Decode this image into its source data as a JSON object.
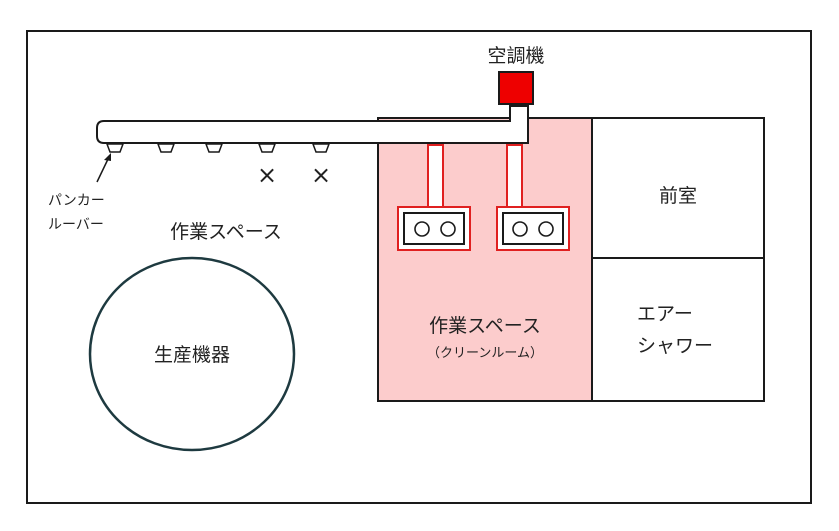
{
  "labels": {
    "ac_unit": "空調機",
    "front_room": "前室",
    "air_shower_line1": "エアー",
    "air_shower_line2": "シャワー",
    "work_space": "作業スペース",
    "clean_work_space": "作業スペース",
    "clean_room_note": "（クリーンルーム）",
    "production_equipment": "生産機器",
    "punkah_louver_line1": "パンカー",
    "punkah_louver_line2": "ルーバー"
  },
  "symbols": {
    "closed_louver_mark": "×"
  },
  "colors": {
    "clean_room_fill": "#fccccc",
    "duct_red": "#e02020",
    "ac_unit_red": "#ee0000",
    "outline": "#1a1a1a",
    "equipment_stroke": "#1e3a40"
  },
  "icons": {
    "arrow": "arrow-icon",
    "filter_unit": "hepa-filter-icon"
  }
}
